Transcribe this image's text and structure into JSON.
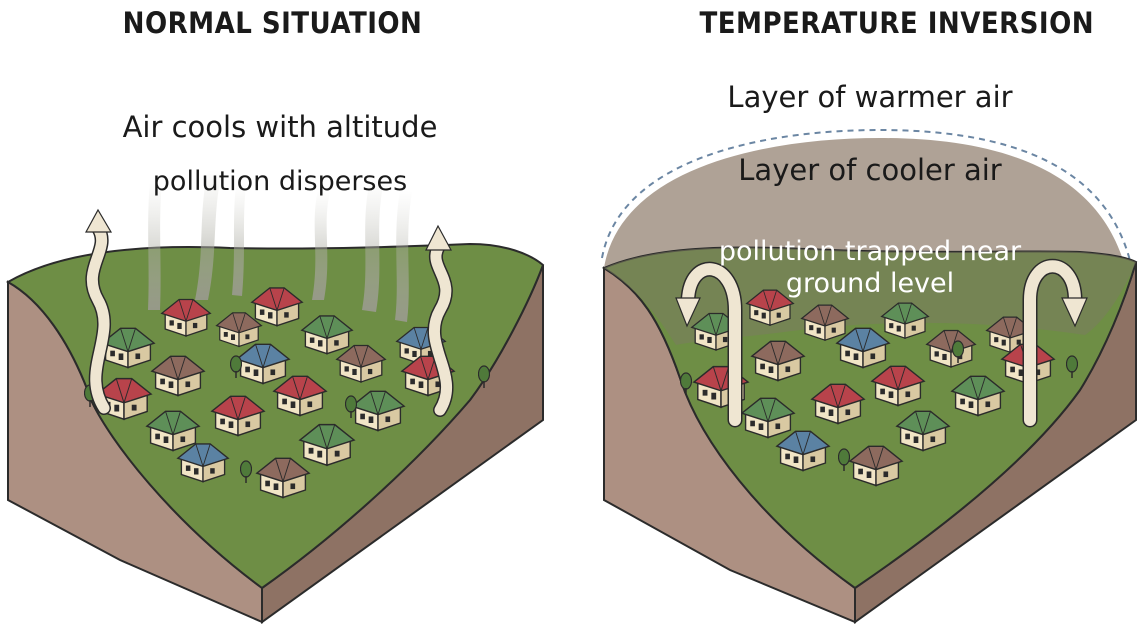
{
  "left_panel": {
    "title": "NORMAL SITUATION",
    "label_air": "Air cools with altitude",
    "label_pollution": "pollution disperses"
  },
  "right_panel": {
    "title": "TEMPERATURE INVERSION",
    "label_warmer": "Layer of warmer air",
    "label_cooler": "Layer of cooler air",
    "label_trapped_line1": "pollution trapped near",
    "label_trapped_line2": "ground level"
  },
  "colors": {
    "ground": "#6e8e45",
    "soil_front": "#ad9082",
    "soil_side": "#8e7264",
    "cool_layer": "#a89a8d",
    "dashed_boundary": "#6b86a3",
    "arrow": "#efe6d2",
    "roof_red": "#b8434b",
    "roof_green": "#5e8f58",
    "roof_blue": "#5b82a3",
    "roof_brown": "#8d6a5e",
    "wall": "#f1e5c6"
  }
}
